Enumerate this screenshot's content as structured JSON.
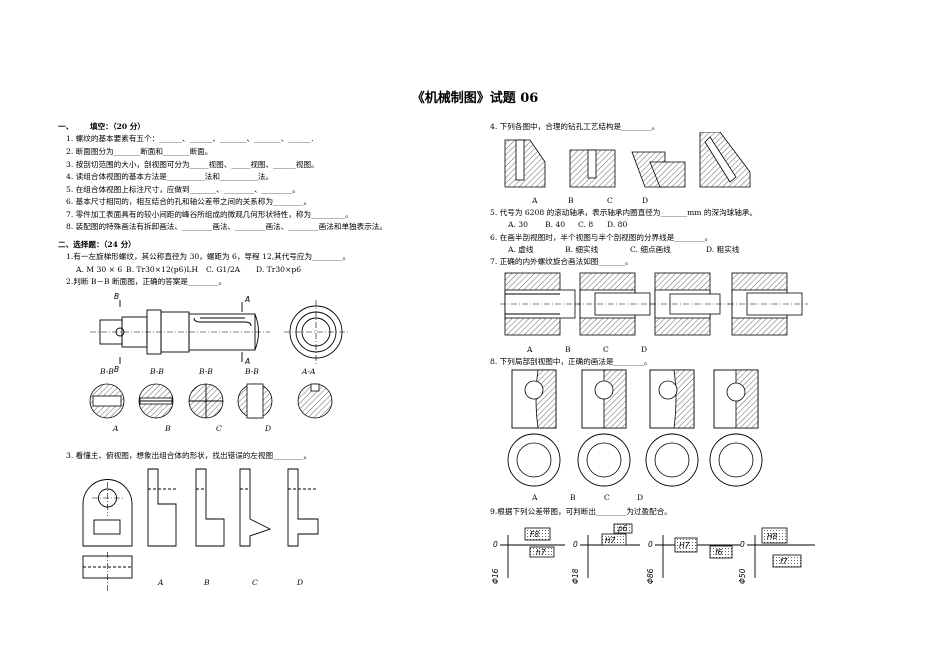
{
  "title": "《机械制图》试题 06",
  "part1": {
    "heading_num": "一、",
    "heading": "填空：（20 分）",
    "items": [
      "1.  螺纹的基本要素有五个：______、______、_______、_______、______.",
      "2.  断面图分为_______断面和_______断面。",
      "3.  按剖切范围的大小，剖视图可分为_____视图、_____视图、______视图。",
      "4.  读组合体视图的基本方法是__________法和__________法。",
      "5.  在组合体视图上标注尺寸，应做到_______、________、________。",
      "6.  基本尺寸相同的，相互结合的孔和轴公差带之间的关系称为________。",
      "7.  零件加工表面具有的较小间距的峰谷所组成的微观几何形状特性，称为_________。",
      "8.  装配图的特殊画法有拆卸画法、________画法、________画法、________画法和单独表示法。"
    ]
  },
  "part2": {
    "heading": "二、选择题：（24 分）",
    "q1": "1.有一左旋梯形螺纹，其公称直径为 30，螺距为 6，导程 12,其代号应为________。",
    "q1_options": [
      "A. M 30 × 6",
      "B. Tr30×12(p6)LH",
      "C. G1/2A",
      "D. Tr30×p6"
    ],
    "q2": "2.判断 B－B 断面图，正确的答案是________。",
    "q2_section_labels": [
      "B-B",
      "B-B",
      "B-B",
      "B-B",
      "A-A"
    ],
    "q2_answer_labels": [
      "A",
      "B",
      "C",
      "D"
    ],
    "q2_marks": [
      "B",
      "B",
      "A",
      "A"
    ],
    "q3": "3.  看懂主、俯视图，想象出组合体的形状，找出错误的左视图________。",
    "q3_labels": [
      "A",
      "B",
      "C",
      "D"
    ],
    "q4": "4.  下列各图中，合理的钻孔工艺结构是________。",
    "q4_labels": [
      "A",
      "B",
      "C",
      "D"
    ],
    "q5": "5.  代号为 6208 的滚动轴承，表示轴承内圈直径为_______mm 的深沟球轴承。",
    "q5_options": [
      "A. 30",
      "B. 40",
      "C. 8",
      "D. 80"
    ],
    "q6": "6.  在画半剖视图时，半个视图与半个剖视图的分界线是________。",
    "q6_options": [
      "A. 虚线",
      "B. 细实线",
      "C. 细点画线",
      "D. 粗实线"
    ],
    "q7": "7.  正确的内外螺纹旋合画法如图_______。",
    "q7_labels": [
      "A",
      "B",
      "C",
      "D"
    ],
    "q8": "8.  下列局部剖视图中，正确的画法是________。",
    "q8_labels": [
      "A",
      "B",
      "C",
      "D"
    ],
    "q9": "9.根据下列公差带图，可判断出________为过盈配合。",
    "q9_zero": [
      "0",
      "0",
      "0",
      "0"
    ],
    "q9_zones": [
      {
        "hole": "F8",
        "shaft": "h7",
        "dia": "Φ16"
      },
      {
        "hole": "H7",
        "shaft": "p6",
        "dia": "Φ18"
      },
      {
        "hole": "H7",
        "shaft": "f6",
        "dia": "Φ86"
      },
      {
        "hole": "H8",
        "shaft": "f7",
        "dia": "Φ50"
      }
    ]
  }
}
